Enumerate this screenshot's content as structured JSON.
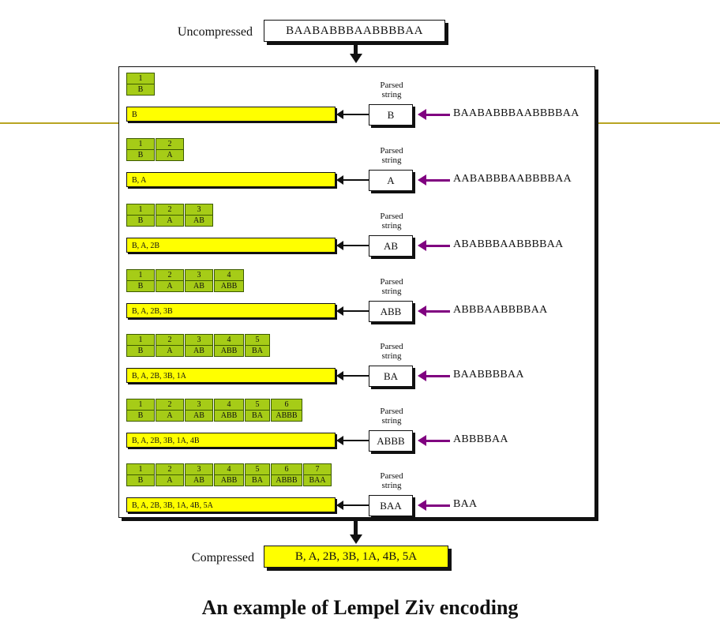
{
  "header": {
    "uncompressed_label": "Uncompressed",
    "uncompressed_value": "BAABABBBAABBBBAA"
  },
  "parsed_caption_line1": "Parsed",
  "parsed_caption_line2": "string",
  "steps": [
    {
      "dict": [
        {
          "n": "1",
          "p": "B"
        }
      ],
      "output": "B",
      "parsed": "B",
      "remaining": "BAABABBBAABBBBAA"
    },
    {
      "dict": [
        {
          "n": "1",
          "p": "B"
        },
        {
          "n": "2",
          "p": "A"
        }
      ],
      "output": "B, A",
      "parsed": "A",
      "remaining": "AABABBBAABBBBAA"
    },
    {
      "dict": [
        {
          "n": "1",
          "p": "B"
        },
        {
          "n": "2",
          "p": "A"
        },
        {
          "n": "3",
          "p": "AB"
        }
      ],
      "output": "B, A, 2B",
      "parsed": "AB",
      "remaining": "ABABBBAABBBBAA"
    },
    {
      "dict": [
        {
          "n": "1",
          "p": "B"
        },
        {
          "n": "2",
          "p": "A"
        },
        {
          "n": "3",
          "p": "AB"
        },
        {
          "n": "4",
          "p": "ABB"
        }
      ],
      "output": "B, A, 2B, 3B",
      "parsed": "ABB",
      "remaining": "ABBBAABBBBAA"
    },
    {
      "dict": [
        {
          "n": "1",
          "p": "B"
        },
        {
          "n": "2",
          "p": "A"
        },
        {
          "n": "3",
          "p": "AB"
        },
        {
          "n": "4",
          "p": "ABB"
        },
        {
          "n": "5",
          "p": "BA"
        }
      ],
      "output": "B, A, 2B, 3B, 1A",
      "parsed": "BA",
      "remaining": "BAABBBBAA"
    },
    {
      "dict": [
        {
          "n": "1",
          "p": "B"
        },
        {
          "n": "2",
          "p": "A"
        },
        {
          "n": "3",
          "p": "AB"
        },
        {
          "n": "4",
          "p": "ABB"
        },
        {
          "n": "5",
          "p": "BA"
        },
        {
          "n": "6",
          "p": "ABBB"
        }
      ],
      "output": "B, A, 2B, 3B, 1A, 4B",
      "parsed": "ABBB",
      "remaining": "ABBBBAA"
    },
    {
      "dict": [
        {
          "n": "1",
          "p": "B"
        },
        {
          "n": "2",
          "p": "A"
        },
        {
          "n": "3",
          "p": "AB"
        },
        {
          "n": "4",
          "p": "ABB"
        },
        {
          "n": "5",
          "p": "BA"
        },
        {
          "n": "6",
          "p": "ABBB"
        },
        {
          "n": "7",
          "p": "BAA"
        }
      ],
      "output": "B, A, 2B, 3B, 1A, 4B, 5A",
      "parsed": "BAA",
      "remaining": "BAA"
    }
  ],
  "footer": {
    "compressed_label": "Compressed",
    "compressed_value": "B, A, 2B, 3B, 1A, 4B, 5A"
  },
  "caption": "An example of Lempel Ziv encoding",
  "colors": {
    "dictionary_cell": "#a6cc17",
    "output_bar": "#ffff00",
    "input_arrow": "#800080",
    "divider_line": "#b8a422"
  }
}
